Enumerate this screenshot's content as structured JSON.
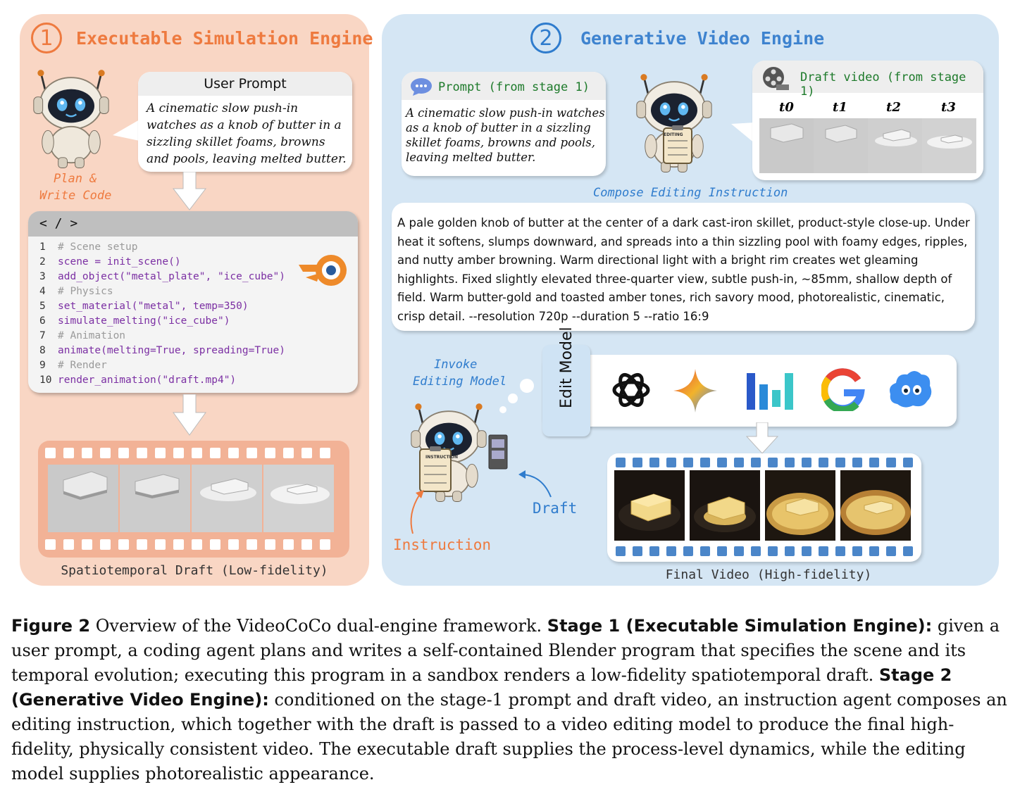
{
  "stage1": {
    "number": "1",
    "title": "Executable Simulation Engine",
    "user_prompt_header": "User Prompt",
    "user_prompt_text": "A cinematic slow push-in watches as a knob of butter in a sizzling skillet foams, browns and pools, leaving melted butter.",
    "agent_label_1": "Plan &",
    "agent_label_2": "Write Code",
    "code_header": "< / >",
    "code_lines": [
      "# Scene setup",
      "scene = init_scene()",
      "add_object(\"metal_plate\", \"ice_cube\")",
      "# Physics",
      "set_material(\"metal\", temp=350)",
      "simulate_melting(\"ice_cube\")",
      "# Animation",
      "animate(melting=True, spreading=True)",
      "# Render",
      "render_animation(\"draft.mp4\")"
    ],
    "draft_label": "Spatiotemporal Draft (Low-fidelity)"
  },
  "stage2": {
    "number": "2",
    "title": "Generative Video Engine",
    "prompt_header": "Prompt (from stage 1)",
    "prompt_text": "A cinematic slow push-in watches as a knob of butter in a sizzling skillet foams, browns and pools, leaving melted butter.",
    "draft_header": "Draft video (from stage 1)",
    "time_labels": [
      "t0",
      "t1",
      "t2",
      "t3"
    ],
    "compose_label": "Compose Editing Instruction",
    "instruction_text": "A pale golden knob of butter at the center of a dark cast-iron skillet, product-style close-up. Under heat it softens, slumps downward, and spreads into a thin sizzling pool with foamy edges, ripples, and nutty amber browning. Warm directional light with a bright rim creates wet gleaming highlights. Fixed slightly elevated three-quarter view, subtle push-in, ~85mm, shallow depth of field. Warm butter-gold and toasted amber tones, rich savory mood, photorealistic, cinematic, crisp detail. --resolution 720p --duration 5 --ratio 16:9",
    "invoke_label_1": "Invoke",
    "invoke_label_2": "Editing Model",
    "edit_model_label": "Edit Model",
    "clipboard_text_1": "EDITING",
    "clipboard_text_2": "INSTRUCTION",
    "instruction_arrow_label": "Instruction",
    "draft_arrow_label": "Draft",
    "final_label": "Final Video (High-fidelity)"
  },
  "caption": {
    "figure_label": "Figure 2",
    "intro": "Overview of the VideoCoCo dual-engine framework.",
    "stage1_label": "Stage 1 (Executable Simulation Engine):",
    "stage1_text": "given a user prompt, a coding agent plans and writes a self-contained Blender program that specifies the scene and its temporal evolution; executing this program in a sandbox renders a low-fidelity spatiotemporal draft.",
    "stage2_label": "Stage 2 (Generative Video Engine):",
    "stage2_text": "conditioned on the stage-1 prompt and draft video, an instruction agent composes an editing instruction, which together with the draft is passed to a video editing model to produce the final high-fidelity, physically consistent video. The executable draft supplies the process-level dynamics, while the editing model supplies photorealistic appearance."
  },
  "colors": {
    "stage1_accent": "#ee7a3f",
    "stage2_accent": "#2f7ccd",
    "stage1_panel": "#f9d6c4",
    "stage2_panel": "#d5e6f4"
  }
}
